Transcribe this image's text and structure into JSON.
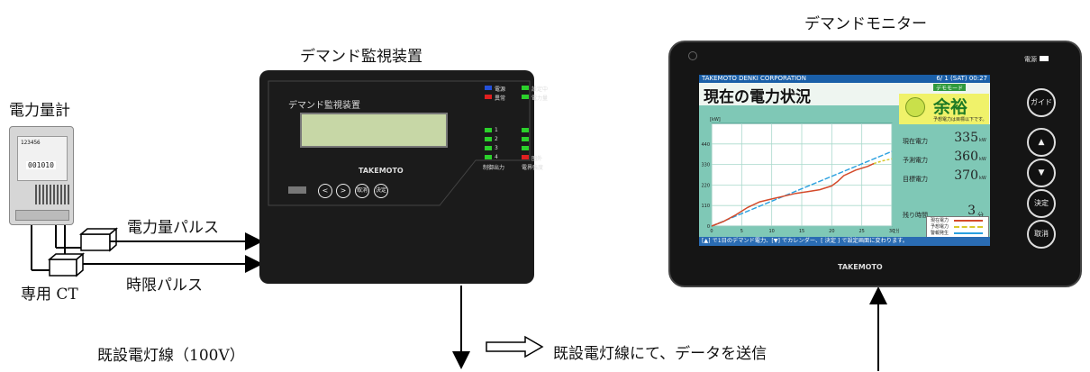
{
  "labels": {
    "meter_title": "電力量計",
    "ct": "専用 CT",
    "power_pulse": "電力量パルス",
    "time_pulse": "時限パルス",
    "existing_line": "既設電灯線（100V）",
    "send_note": "既設電灯線にて、データを送信",
    "device_title": "デマンド監視装置",
    "monitor_title": "デマンドモニター"
  },
  "meter": {
    "reading": "001010",
    "small": "123456"
  },
  "device": {
    "panel_title": "デマンド監視装置",
    "brand": "TAKEMOTO",
    "status_leds": [
      "電源",
      "設定中",
      "異常",
      "電力量"
    ],
    "channels": [
      "1",
      "2",
      "3",
      "4"
    ],
    "control_label": "制御出力",
    "range_label": "圏外",
    "signal_label": "電界強度",
    "buttons": [
      "<",
      ">",
      "取消",
      "決定"
    ]
  },
  "monitor": {
    "brand": "TAKEMOTO",
    "power_label": "電源",
    "company": "TAKEMOTO DENKI CORPORATION",
    "date": "6/ 1 (SAT) 00:27",
    "mode": "デモモード",
    "heading": "現在の電力状況",
    "status": "余裕",
    "status_note": "予想電力は目標以下です。",
    "unit": "[kW]",
    "y_ticks": [
      "440",
      "330",
      "220",
      "110",
      "0"
    ],
    "x_ticks": [
      "0",
      "5",
      "10",
      "15",
      "20",
      "25",
      "30"
    ],
    "x_unit": "[分]",
    "rows": [
      {
        "label": "現在電力",
        "value": "335",
        "unit": "kW"
      },
      {
        "label": "予測電力",
        "value": "360",
        "unit": "kW"
      },
      {
        "label": "目標電力",
        "value": "370",
        "unit": "kW"
      }
    ],
    "remaining_label": "残り時間",
    "remaining_value": "3",
    "remaining_unit": "分",
    "legend": [
      "現在電力",
      "予想電力",
      "警報発生"
    ],
    "footer": "[▲] で1日のデマンド電力、[▼] でカレンダー、[ 決定 ] で設定画面に変わります。",
    "side_buttons": [
      "ガイド",
      "▲",
      "▼",
      "決定",
      "取消"
    ]
  }
}
